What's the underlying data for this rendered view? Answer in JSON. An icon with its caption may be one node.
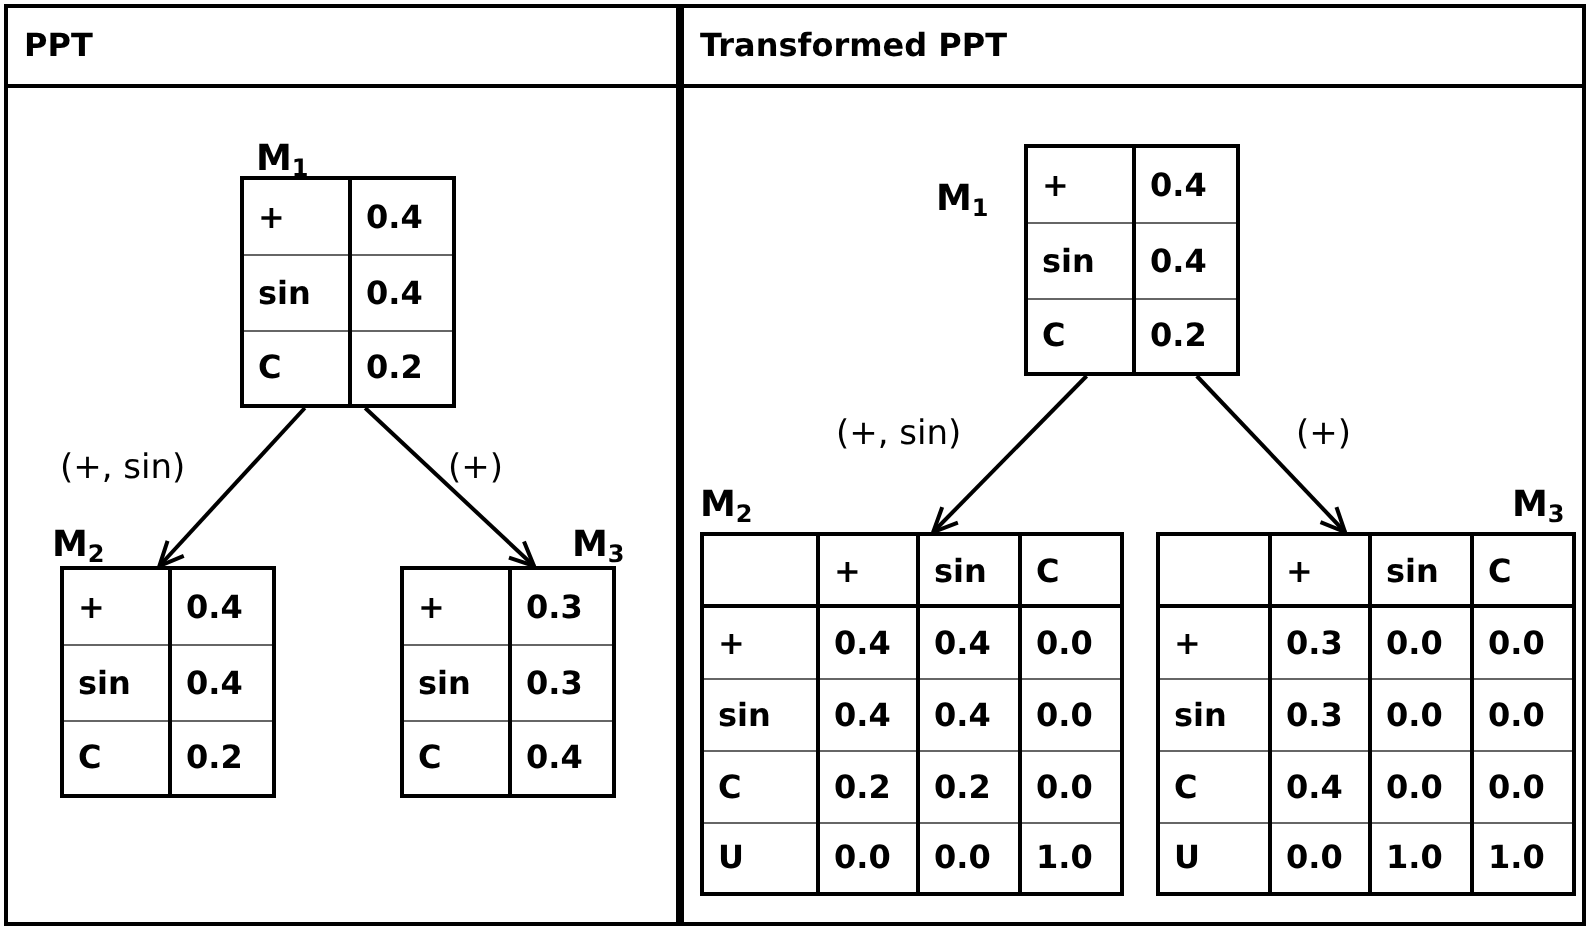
{
  "diagram": {
    "nodes": [
      {
        "text": [
          "PPT"
        ]
      },
      {
        "text": [
          "+",
          "0.4",
          "sin",
          "0.4",
          "C",
          "0.2"
        ],
        "beside": [
          "M$_{1}$"
        ],
        "in": 0
      },
      {
        "text": [
          "+",
          "0.4",
          "sin",
          "0.4",
          "C",
          "0.2"
        ],
        "beside": [
          "M$_{2}$"
        ],
        "in": 0
      },
      {
        "text": [
          "+",
          "0.3",
          "sin",
          "0.3",
          "C",
          "0.4"
        ],
        "beside": [
          "M$_{3}$"
        ],
        "in": 0
      },
      {
        "text": [
          "Transformed PPT"
        ]
      },
      {
        "text": [
          "+",
          "0.4",
          "sin",
          "0.4",
          "C",
          "0.2"
        ],
        "beside": [
          "M$_{1}$"
        ],
        "in": 4
      },
      {
        "text": [
          "+",
          "sin",
          "C",
          "+",
          "0.4",
          "0.4",
          "0.0",
          "sin",
          "0.4",
          "0.4",
          "0.0",
          "C",
          "0.2",
          "0.2",
          "0.0",
          "U",
          "0.0",
          "0.0",
          "1.0"
        ],
        "beside": [
          "M$_{2}$"
        ],
        "in": 4
      },
      {
        "text": [
          "+",
          "sin",
          "C",
          "+",
          "0.3",
          "0.0",
          "0.0",
          "sin",
          "0.3",
          "0.0",
          "0.0",
          "C",
          "0.4",
          "0.0",
          "0.0",
          "U",
          "0.0",
          "1.0",
          "1.0"
        ],
        "beside": [
          "M$_{3}$"
        ],
        "in": 4
      }
    ],
    "edges": [
      {
        "from": 1,
        "to": 2,
        "arrow": "to",
        "label": "(+, sin)"
      },
      {
        "from": 1,
        "to": 3,
        "arrow": "to",
        "label": "(+)"
      },
      {
        "from": 5,
        "to": 6,
        "arrow": "to",
        "label": "(+, sin)"
      },
      {
        "from": 5,
        "to": 7,
        "arrow": "to",
        "label": "(+)"
      }
    ]
  }
}
